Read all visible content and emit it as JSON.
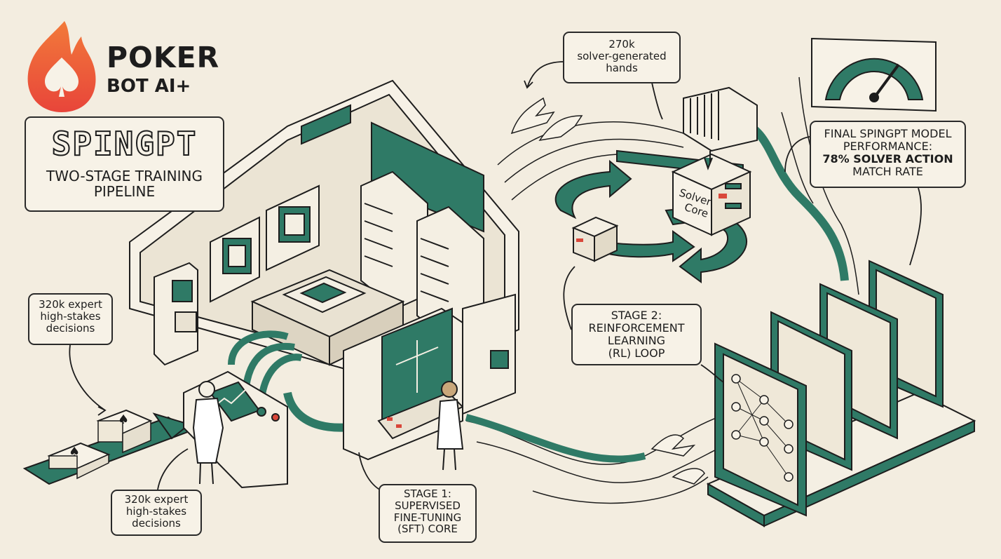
{
  "brand": {
    "word1": "POKER",
    "word2": "BOT AI+"
  },
  "title": {
    "main": "SPINGPT",
    "sub_line1": "TWO-STAGE TRAINING",
    "sub_line2": "PIPELINE"
  },
  "callouts": {
    "expert_top": [
      "320k expert",
      "high-stakes",
      "decisions"
    ],
    "expert_bottom": [
      "320k expert",
      "high-stakes",
      "decisions"
    ],
    "solver_hands": [
      "270k",
      "solver-generated",
      "hands"
    ],
    "solver_core": [
      "Solver",
      "Core"
    ],
    "stage1": [
      "STAGE 1:",
      "SUPERVISED",
      "FINE-TUNING",
      "(SFT) CORE"
    ],
    "stage2": [
      "STAGE 2:",
      "REINFORCEMENT",
      "LEARNING",
      "(RL) LOOP"
    ],
    "performance": [
      "FINAL SPINGPT MODEL",
      "PERFORMANCE:",
      "78% SOLVER ACTION",
      "MATCH RATE"
    ]
  },
  "colors": {
    "teal": "#2f7a66",
    "teal_dark": "#1f5a4a",
    "ink": "#1d1d1d",
    "paper": "#f3ede0",
    "flame": "#ee5a2f",
    "red_led": "#d9473a"
  }
}
